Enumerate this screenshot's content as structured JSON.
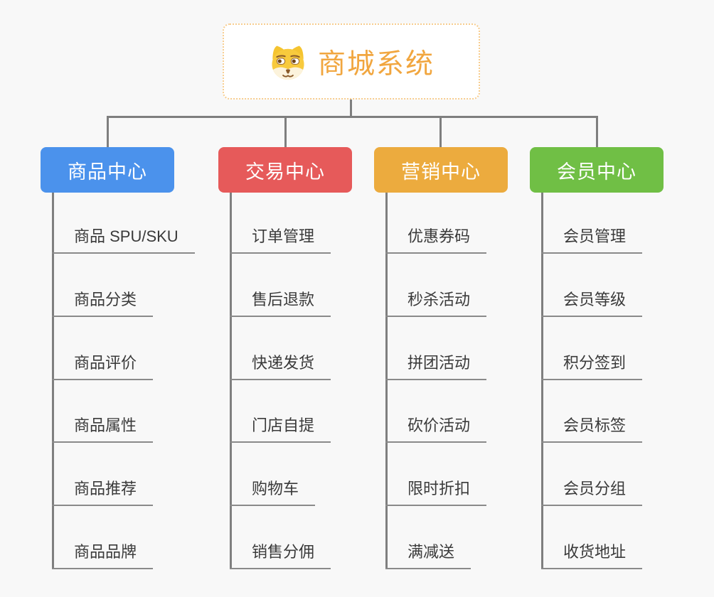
{
  "page": {
    "background": "#F8F8F8",
    "connector_color": "#7F7F7F"
  },
  "root": {
    "title": "商城系统",
    "icon": "dog-face-icon",
    "title_color": "#F1A63F",
    "border_color": "#F7CD8F"
  },
  "branches": [
    {
      "label": "商品中心",
      "color": "#4B92EC",
      "items": [
        "商品 SPU/SKU",
        "商品分类",
        "商品评价",
        "商品属性",
        "商品推荐",
        "商品品牌"
      ]
    },
    {
      "label": "交易中心",
      "color": "#E65A5A",
      "items": [
        "订单管理",
        "售后退款",
        "快递发货",
        "门店自提",
        "购物车",
        "销售分佣"
      ]
    },
    {
      "label": "营销中心",
      "color": "#ECAB3E",
      "items": [
        "优惠券码",
        "秒杀活动",
        "拼团活动",
        "砍价活动",
        "限时折扣",
        "满减送"
      ]
    },
    {
      "label": "会员中心",
      "color": "#70BF45",
      "items": [
        "会员管理",
        "会员等级",
        "积分签到",
        "会员标签",
        "会员分组",
        "收货地址"
      ]
    }
  ]
}
